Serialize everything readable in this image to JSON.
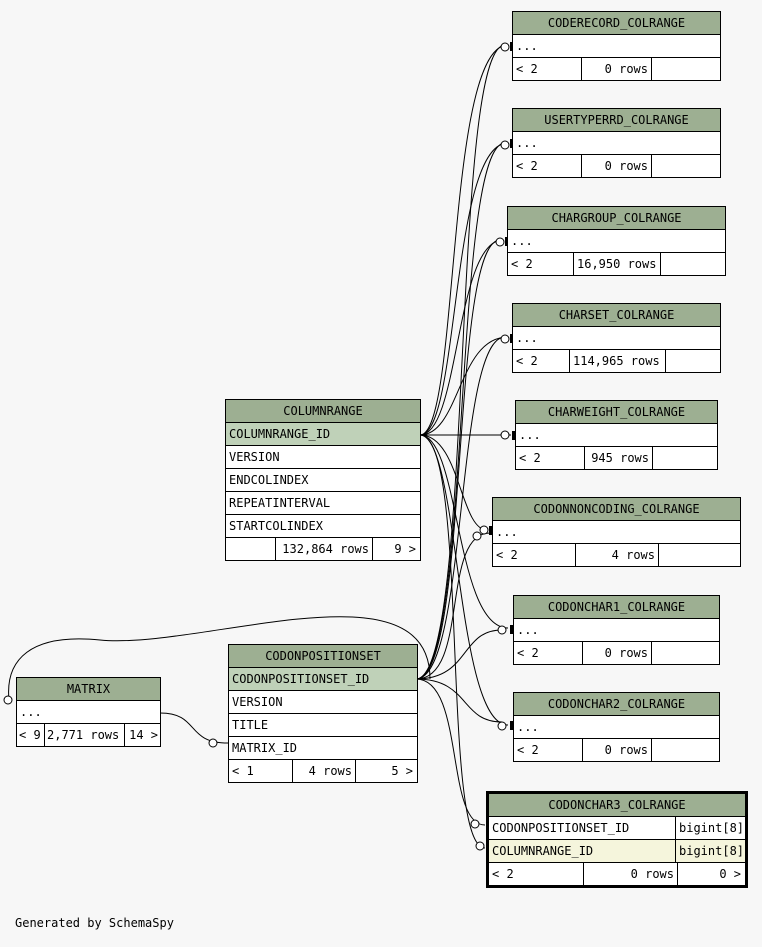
{
  "footer_text": "Generated by SchemaSpy",
  "tables": {
    "coderecord": {
      "name": "CODERECORD_COLRANGE",
      "ellipsis": "...",
      "parents": "< 2",
      "rows": "0 rows",
      "children": ""
    },
    "usertyperrd": {
      "name": "USERTYPERRD_COLRANGE",
      "ellipsis": "...",
      "parents": "< 2",
      "rows": "0 rows",
      "children": ""
    },
    "chargroup": {
      "name": "CHARGROUP_COLRANGE",
      "ellipsis": "...",
      "parents": "< 2",
      "rows": "16,950 rows",
      "children": ""
    },
    "charset": {
      "name": "CHARSET_COLRANGE",
      "ellipsis": "...",
      "parents": "< 2",
      "rows": "114,965 rows",
      "children": ""
    },
    "charweight": {
      "name": "CHARWEIGHT_COLRANGE",
      "ellipsis": "...",
      "parents": "< 2",
      "rows": "945 rows",
      "children": ""
    },
    "codonnoncoding": {
      "name": "CODONNONCODING_COLRANGE",
      "ellipsis": "...",
      "parents": "< 2",
      "rows": "4 rows",
      "children": ""
    },
    "codonchar1": {
      "name": "CODONCHAR1_COLRANGE",
      "ellipsis": "...",
      "parents": "< 2",
      "rows": "0 rows",
      "children": ""
    },
    "codonchar2": {
      "name": "CODONCHAR2_COLRANGE",
      "ellipsis": "...",
      "parents": "< 2",
      "rows": "0 rows",
      "children": ""
    },
    "codonchar3": {
      "name": "CODONCHAR3_COLRANGE",
      "columns": [
        {
          "name": "CODONPOSITIONSET_ID",
          "type": "bigint[8]"
        },
        {
          "name": "COLUMNRANGE_ID",
          "type": "bigint[8]"
        }
      ],
      "parents": "< 2",
      "rows": "0 rows",
      "children": "0 >"
    },
    "columnrange": {
      "name": "COLUMNRANGE",
      "columns": [
        "COLUMNRANGE_ID",
        "VERSION",
        "ENDCOLINDEX",
        "REPEATINTERVAL",
        "STARTCOLINDEX"
      ],
      "parents": "",
      "rows": "132,864 rows",
      "children": "9 >"
    },
    "codonpositionset": {
      "name": "CODONPOSITIONSET",
      "columns": [
        "CODONPOSITIONSET_ID",
        "VERSION",
        "TITLE",
        "MATRIX_ID"
      ],
      "parents": "< 1",
      "rows": "4 rows",
      "children": "5 >"
    },
    "matrix": {
      "name": "MATRIX",
      "ellipsis": "...",
      "parents": "< 9",
      "rows": "2,771 rows",
      "children": "14 >"
    }
  }
}
